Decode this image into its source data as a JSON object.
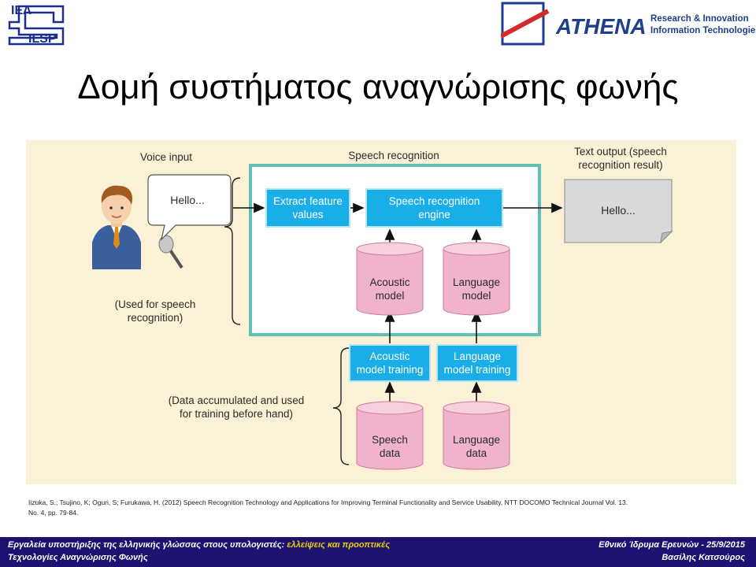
{
  "header": {
    "iel_logo_text": [
      "IEΛ",
      "ILSP"
    ],
    "athena_word": "ATHENA",
    "athena_tagline": [
      "Research & Innovation",
      "Information Technologies"
    ]
  },
  "title": "Δομή συστήματος αναγνώρισης φωνής",
  "diagram": {
    "voice_input_label": "Voice input",
    "speech_bubble": "Hello...",
    "speech_recognition_label": "Speech recognition",
    "text_output_label": [
      "Text output (speech",
      "recognition result)"
    ],
    "output_doc": "Hello...",
    "extract_box": [
      "Extract feature",
      "values"
    ],
    "engine_box": [
      "Speech recognition",
      "engine"
    ],
    "acoustic_model": [
      "Acoustic",
      "model"
    ],
    "language_model": [
      "Language",
      "model"
    ],
    "used_for_label": [
      "(Used for speech",
      "recognition)"
    ],
    "acoustic_training": [
      "Acoustic",
      "model training"
    ],
    "language_training": [
      "Language",
      "model training"
    ],
    "data_label": [
      "(Data accumulated and used",
      "for training before hand)"
    ],
    "speech_data": [
      "Speech",
      "data"
    ],
    "language_data": [
      "Language",
      "data"
    ],
    "colors": {
      "panel": "#fbf1d6",
      "blue_box": "#1aaee8",
      "teal_frame": "#5fc1b4",
      "cylinder": "#f1b3cc",
      "document": "#d9d9d9"
    }
  },
  "citation": [
    "Iizuka, S.; Tsujino, K; Oguri, S; Furukawa, H. (2012) Speech Recognition Technology and Applications for Improving Terminal Functionality and Service Usability, NTT DOCOMO Technical Journal Vol. 13.",
    "No. 4,  pp. 79-84."
  ],
  "footer": {
    "left_line1_normal": "Εργαλεία υποστήριξης της ελληνικής γλώσσας στους υπολογιστές: ",
    "left_line1_emph": "ελλείψεις και προοπτικές",
    "left_line2": "Τεχνολογίες Αναγνώρισης Φωνής",
    "right_line1": "Εθνικό Ίδρυμα Ερευνών  -  25/9/2015",
    "right_line2": "Βασίλης Κατσούρος"
  }
}
